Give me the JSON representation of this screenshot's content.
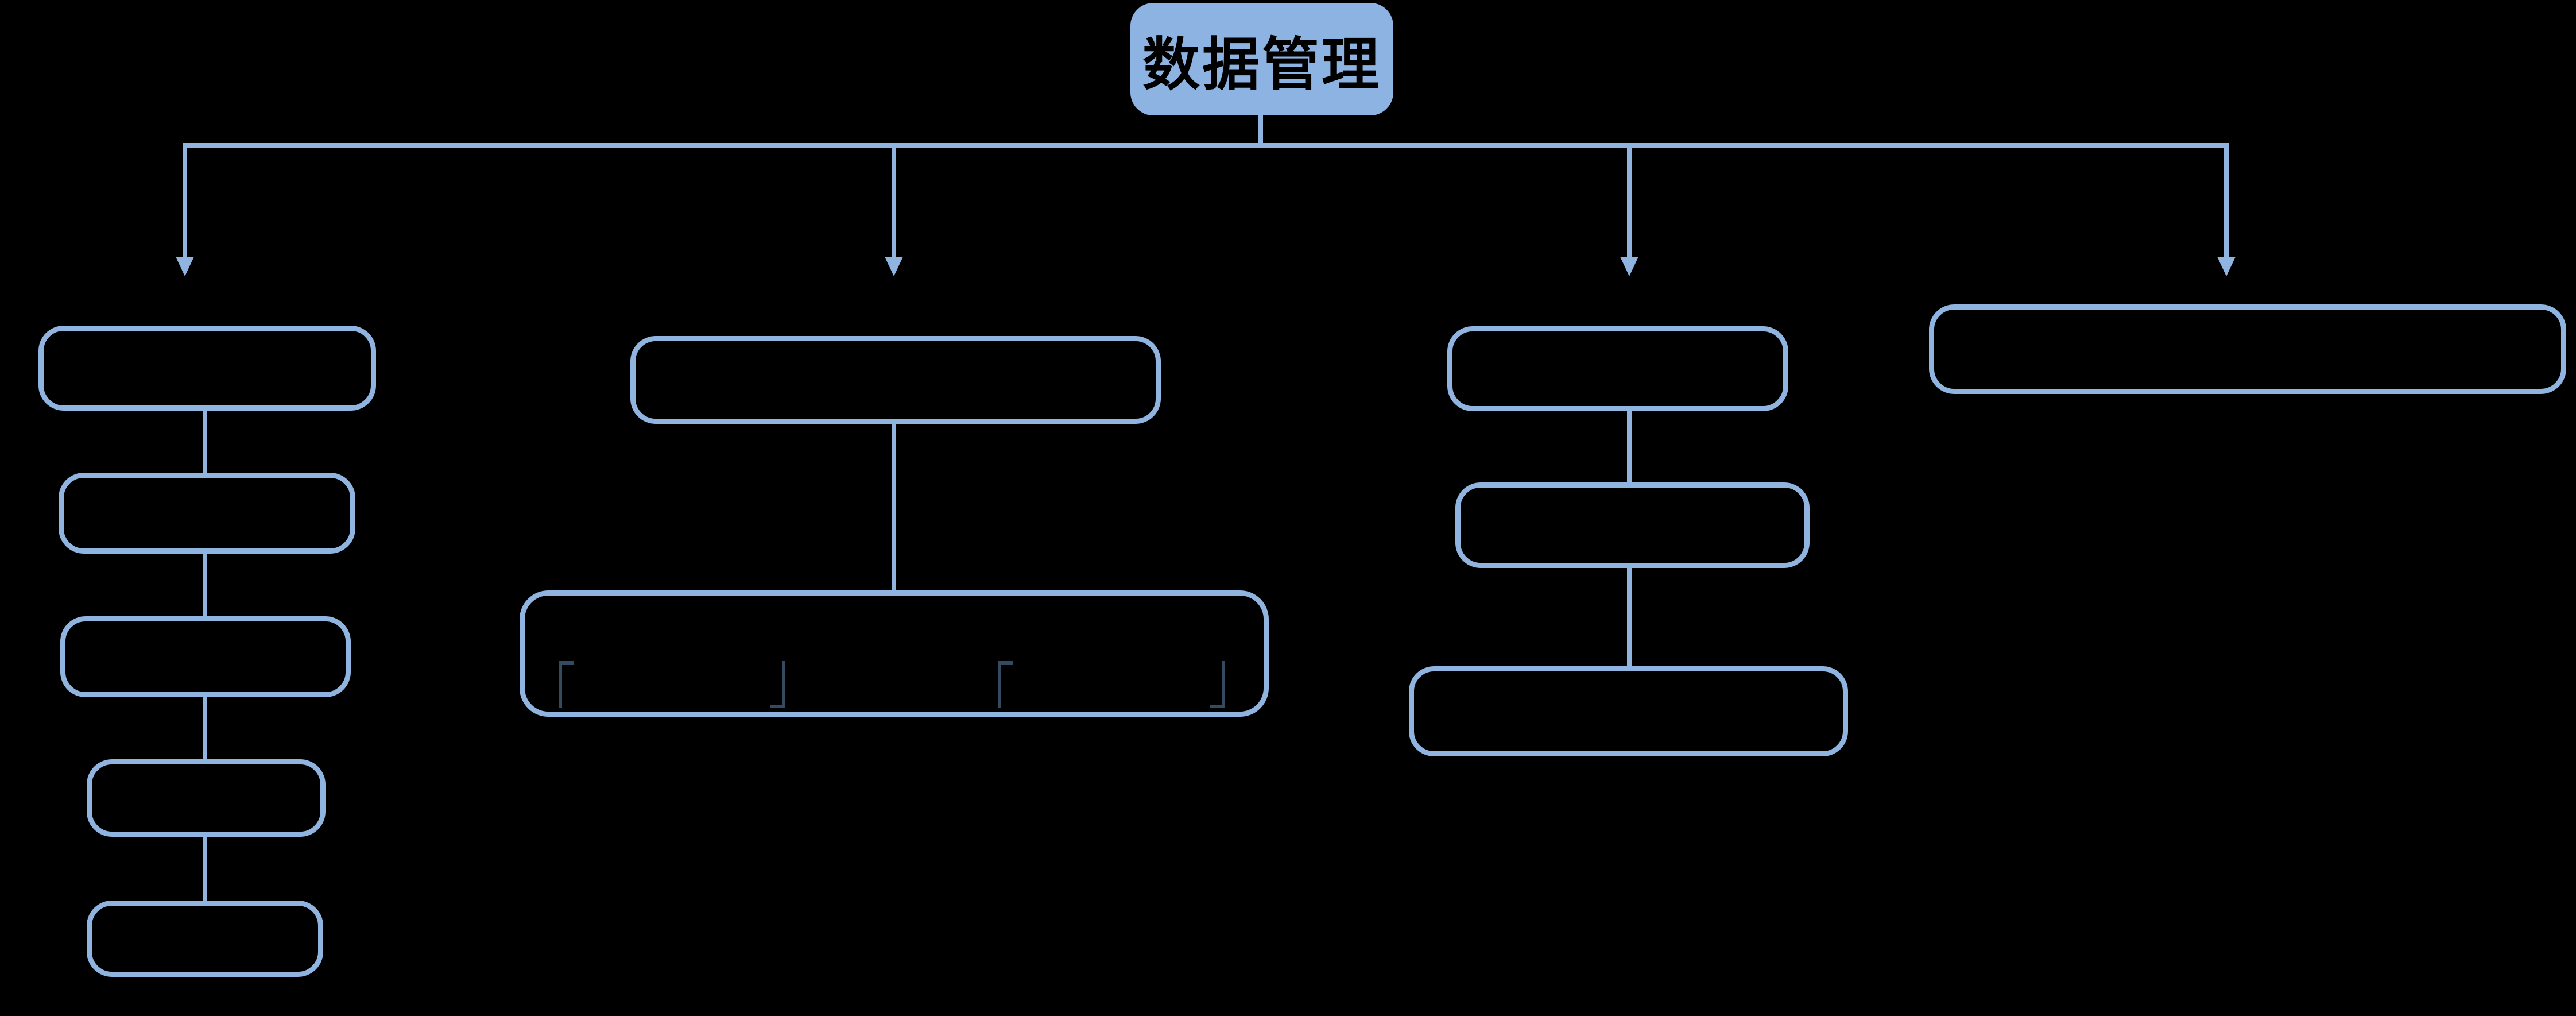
{
  "app": {
    "background_color": "#000000"
  },
  "diagram": {
    "type": "flowchart",
    "accent_color": "#90B4E0",
    "bracket_color": "#344A60",
    "root": {
      "label": "数据管理",
      "fill": "#8DB3E2",
      "text_color": "#000000"
    },
    "columns": [
      {
        "id": "col-1",
        "nodes": [
          {
            "label": ""
          },
          {
            "label": ""
          },
          {
            "label": ""
          },
          {
            "label": ""
          },
          {
            "label": ""
          }
        ]
      },
      {
        "id": "col-2",
        "nodes": [
          {
            "label": ""
          },
          {
            "label": "",
            "visible_glyphs": [
              "「",
              "」",
              "「",
              "」"
            ]
          }
        ]
      },
      {
        "id": "col-3",
        "nodes": [
          {
            "label": ""
          },
          {
            "label": ""
          },
          {
            "label": ""
          }
        ]
      },
      {
        "id": "col-4",
        "nodes": [
          {
            "label": ""
          }
        ]
      }
    ]
  }
}
